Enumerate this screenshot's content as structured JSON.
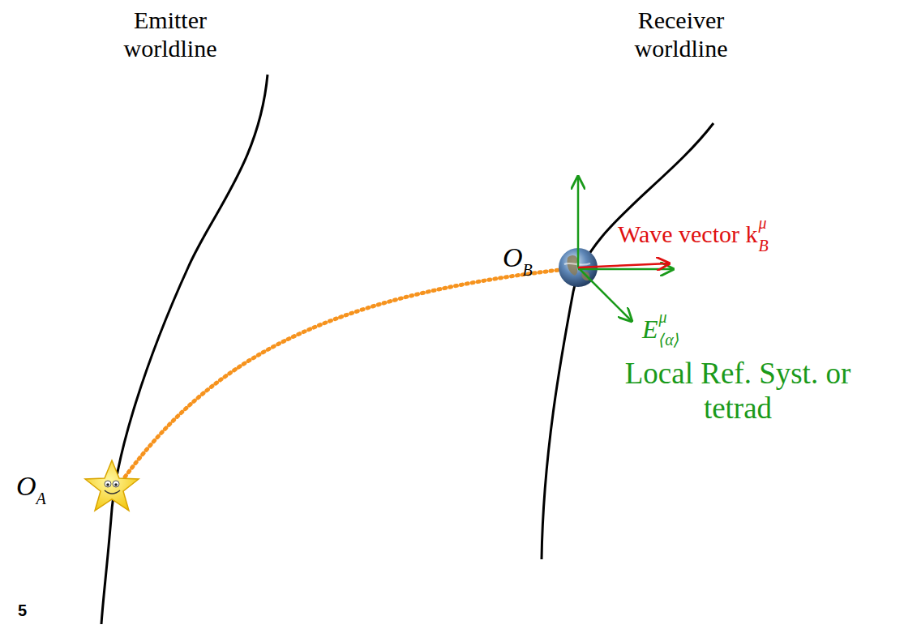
{
  "diagram": {
    "labels": [
      "Emitter worldline",
      "Receiver worldline",
      "O",
      "B",
      "Wave vector k",
      "μ",
      "B",
      "E",
      "μ",
      "⟨α⟩",
      "Local Ref. Syst. or tetrad",
      "O",
      "A",
      "5"
    ]
  }
}
